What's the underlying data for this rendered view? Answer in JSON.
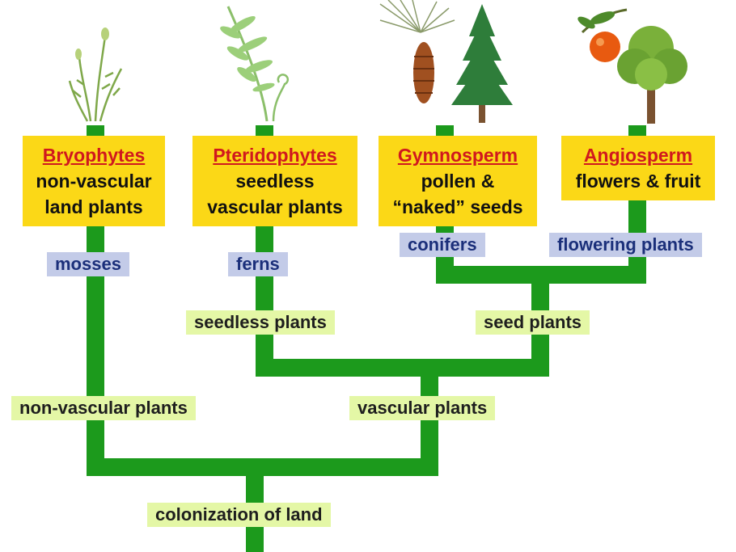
{
  "groups": [
    {
      "name": "Bryophytes",
      "line1": "non-vascular",
      "line2": "land plants"
    },
    {
      "name": "Pteridophytes",
      "line1": "seedless",
      "line2": "vascular plants"
    },
    {
      "name": "Gymnosperm",
      "line1": "pollen  &",
      "line2": "“naked” seeds"
    },
    {
      "name": "Angiosperm",
      "line1": "flowers & fruit",
      "line2": ""
    }
  ],
  "examples": {
    "mosses": "mosses",
    "ferns": "ferns",
    "conifers": "conifers",
    "flowering": "flowering plants"
  },
  "clades": {
    "seedless": "seedless plants",
    "seed": "seed plants",
    "non_vascular": "non-vascular plants",
    "vascular": "vascular plants",
    "root": "colonization of land"
  },
  "colors": {
    "branch": "#1c9a1c",
    "group_box": "#fbd817",
    "group_name": "#d0181e",
    "example_tag": "#c3cbe8",
    "clade_tag": "#e4f7a6"
  }
}
